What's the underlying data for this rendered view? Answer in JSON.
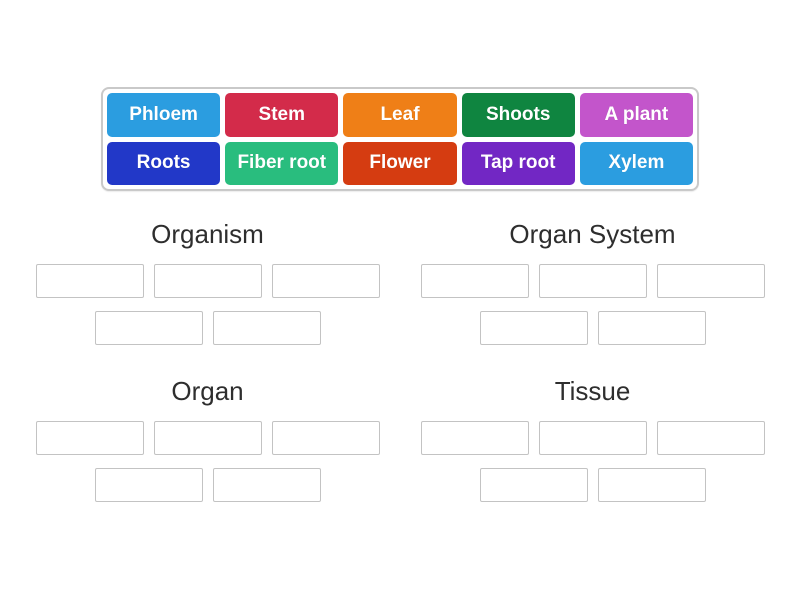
{
  "tray": {
    "chips": [
      {
        "label": "Phloem",
        "color": "#2b9de0"
      },
      {
        "label": "Stem",
        "color": "#d32b4a"
      },
      {
        "label": "Leaf",
        "color": "#ef7f17"
      },
      {
        "label": "Shoots",
        "color": "#0f8540"
      },
      {
        "label": "A plant",
        "color": "#c355cb"
      },
      {
        "label": "Roots",
        "color": "#2238c8"
      },
      {
        "label": "Fiber root",
        "color": "#29bd7e"
      },
      {
        "label": "Flower",
        "color": "#d53c11"
      },
      {
        "label": "Tap root",
        "color": "#7227c4"
      },
      {
        "label": "Xylem",
        "color": "#2b9de0"
      }
    ]
  },
  "groups": [
    {
      "title": "Organism",
      "top_slots": 3,
      "bottom_slots": 2
    },
    {
      "title": "Organ System",
      "top_slots": 3,
      "bottom_slots": 2
    },
    {
      "title": "Organ",
      "top_slots": 3,
      "bottom_slots": 2
    },
    {
      "title": "Tissue",
      "top_slots": 3,
      "bottom_slots": 2
    }
  ],
  "colors": {
    "page_bg": "#ffffff",
    "tray_border": "#c9c9c9",
    "slot_border": "#c3c3c3",
    "heading_text": "#2e2e2e",
    "chip_text": "#ffffff"
  }
}
